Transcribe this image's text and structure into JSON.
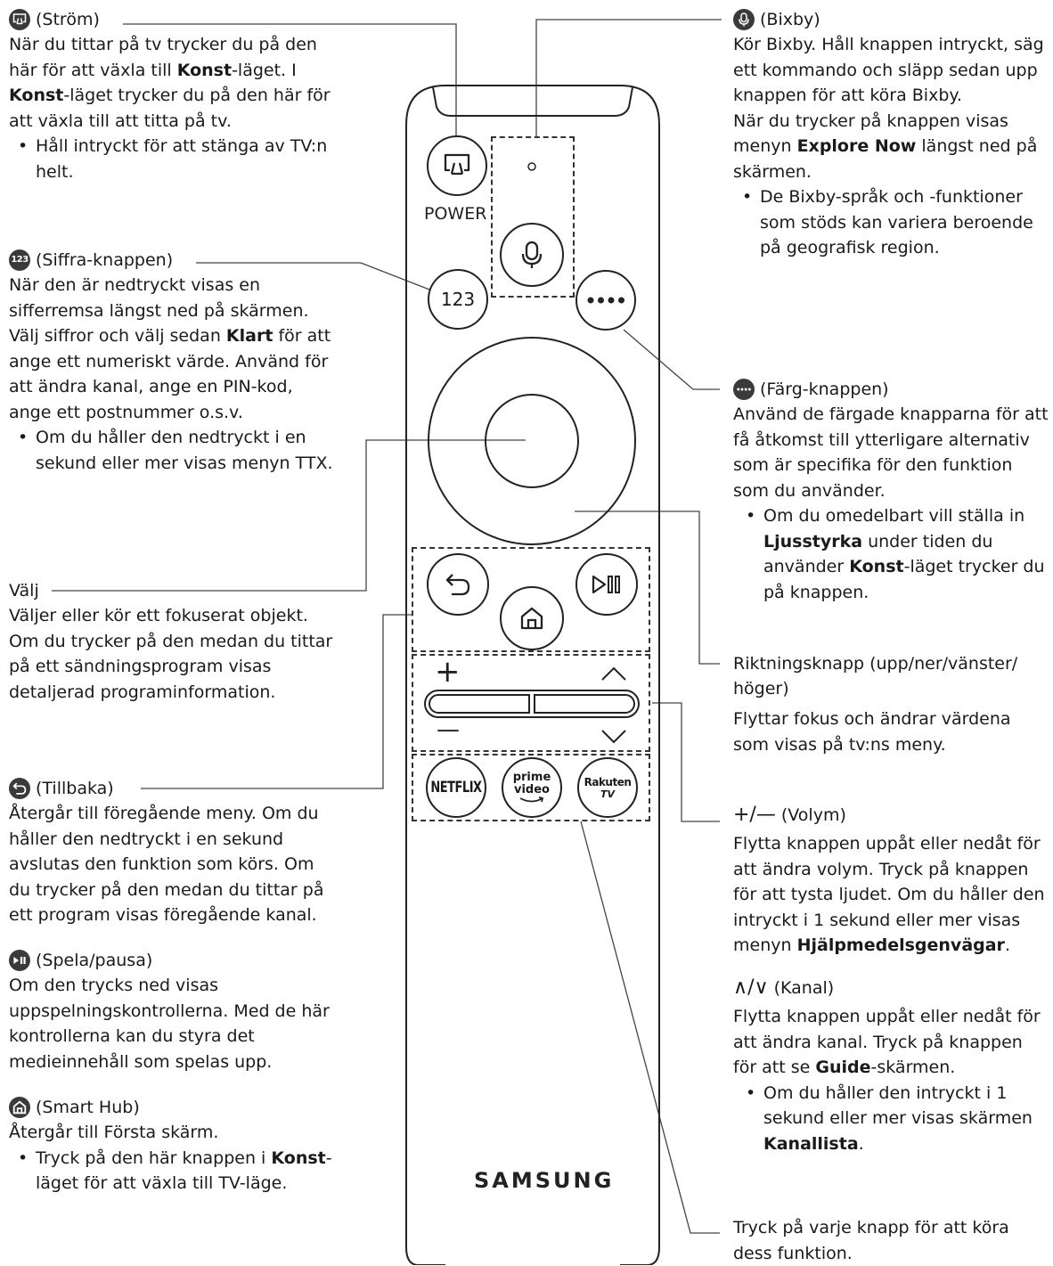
{
  "remote": {
    "power_label": "POWER",
    "number_label": "123",
    "netflix_label": "NETFLIX",
    "prime_line1": "prime",
    "prime_line2": "video",
    "rakuten_line1": "Rakuten",
    "rakuten_line2": "TV",
    "brand": "SAMSUNG",
    "plus": "+",
    "minus": "—"
  },
  "icon_names": [
    "power-icon",
    "mic-icon",
    "color-dots-icon",
    "back-icon",
    "play-pause-icon",
    "home-icon",
    "chevron-up-icon",
    "chevron-down-icon"
  ],
  "strom": {
    "title": "(Ström)",
    "p1a": "När du tittar på tv trycker du på den här för att växla till ",
    "p1b": "Konst",
    "p1c": "-läget. I ",
    "p1d": "Konst",
    "p1e": "-läget trycker du på den här för att växla till att titta på tv.",
    "b1": "Håll intryckt för att stänga av TV:n helt."
  },
  "siffra": {
    "icon_text": "123",
    "title": "(Siffra-knappen)",
    "p1a": "När den är nedtryckt visas en sifferremsa längst ned på skärmen. Välj siffror och välj sedan ",
    "p1b": "Klart",
    "p1c": " för att ange ett numeriskt värde. Använd för att ändra kanal, ange en PIN-kod, ange ett postnummer o.s.v.",
    "b1": "Om du håller den nedtryckt i en sekund eller mer visas menyn TTX."
  },
  "valj": {
    "title": "Välj",
    "p1": "Väljer eller kör ett fokuserat objekt. Om du trycker på den medan du tittar på ett sändningsprogram visas detaljerad programinformation."
  },
  "tillbaka": {
    "title": "(Tillbaka)",
    "p1": "Återgår till föregående meny. Om du håller den nedtryckt i en sekund avslutas den funktion som körs. Om du trycker på den medan du tittar på ett program visas föregående kanal."
  },
  "spela": {
    "title": "(Spela/pausa)",
    "p1": "Om den trycks ned visas uppspelningskontrollerna. Med de här kontrollerna kan du styra det medieinnehåll som spelas upp."
  },
  "smarthub": {
    "title": "(Smart Hub)",
    "p1": "Återgår till Första skärm.",
    "b1a": "Tryck på den här knappen i ",
    "b1b": "Konst",
    "b1c": "-läget för att växla till TV-läge."
  },
  "bixby": {
    "title": "(Bixby)",
    "p1": "Kör Bixby. Håll knappen intryckt, säg ett kommando och släpp sedan upp knappen för att köra Bixby.",
    "p2a": "När du trycker på knappen visas menyn ",
    "p2b": "Explore Now",
    "p2c": " längst ned på skärmen.",
    "b1": "De Bixby-språk och -funktioner som stöds kan variera beroende på geografisk region."
  },
  "farg": {
    "title": "(Färg-knappen)",
    "p1": "Använd de färgade knapparna för att få åtkomst till ytterligare alternativ som är specifika för den funktion som du använder.",
    "b1a": "Om du omedelbart vill ställa in ",
    "b1b": "Ljusstyrka",
    "b1c": " under tiden du använder ",
    "b1d": "Konst",
    "b1e": "-läget trycker du på knappen."
  },
  "riktning": {
    "title1": "Riktningsknapp (upp/ner/vänster/",
    "title2": "höger)",
    "p1": "Flyttar fokus och ändrar värdena som visas på tv:ns meny."
  },
  "volym": {
    "sym": "+/—",
    "title": "(Volym)",
    "p1a": "Flytta knappen uppåt eller nedåt för att ändra volym. Tryck på knappen för att tysta ljudet. Om du håller den intryckt i 1 sekund eller mer visas menyn ",
    "p1b": "Hjälpmedelsgenvägar",
    "p1c": "."
  },
  "kanal": {
    "sym": "∧/∨",
    "title": "(Kanal)",
    "p1a": "Flytta knappen uppåt eller nedåt för att ändra kanal. Tryck på knappen för att se ",
    "p1b": "Guide",
    "p1c": "-skärmen.",
    "b1a": "Om du håller den intryckt i 1 sekund eller mer visas skärmen ",
    "b1b": "Kanallista",
    "b1c": "."
  },
  "app": {
    "p1": "Tryck på varje knapp för att köra dess funktion."
  }
}
